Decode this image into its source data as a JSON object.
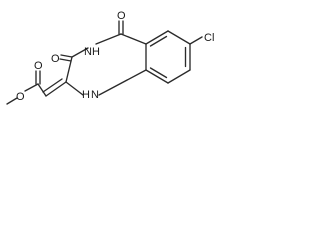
{
  "molecule": {
    "atoms": {
      "nh": "NH",
      "cl": "Cl",
      "o_top": "O",
      "o_mid": "O",
      "o_ester_carbonyl": "O",
      "o_ester_ether": "O",
      "n_lower": "N",
      "h_lower": "H"
    }
  }
}
